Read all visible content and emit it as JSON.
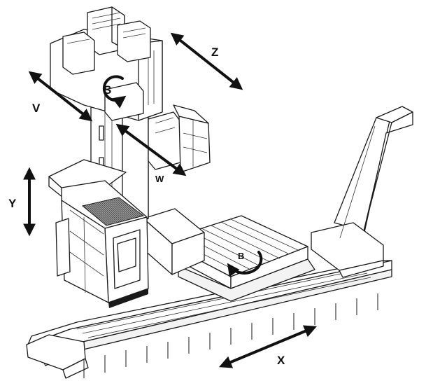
{
  "diagram": {
    "axes": {
      "z": "Z",
      "v": "V",
      "s": "S",
      "w": "W",
      "y": "Y",
      "b": "B",
      "x": "X"
    },
    "colors": {
      "line": "#1a1a1a",
      "arrow": "#111111",
      "hatch": "#555555",
      "background": "#ffffff"
    }
  }
}
